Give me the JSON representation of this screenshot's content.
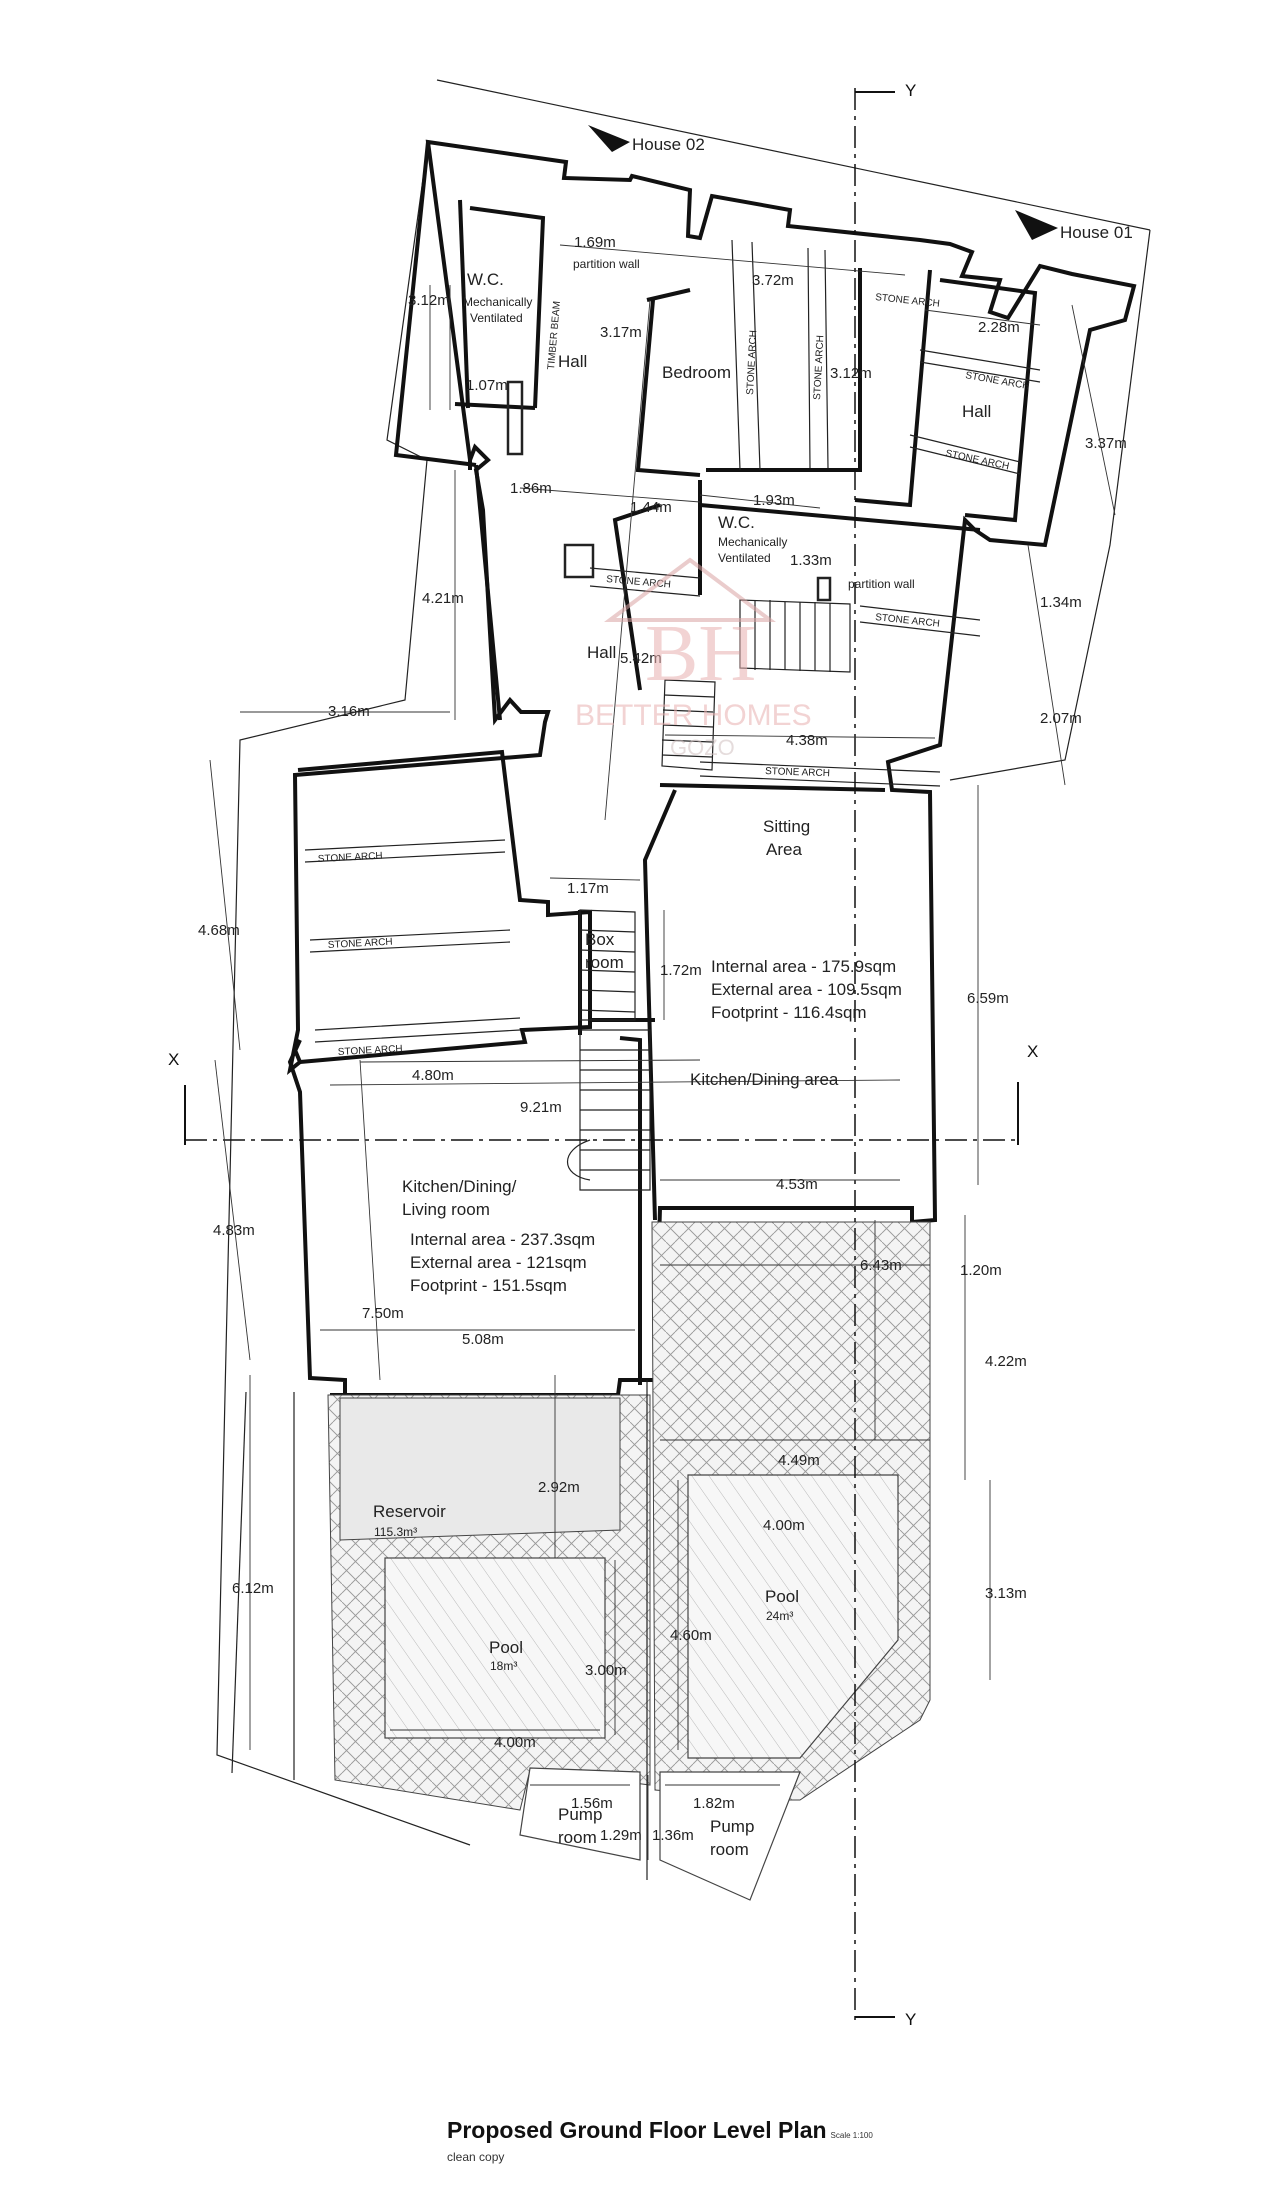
{
  "title": "Proposed Ground Floor Level Plan",
  "scale": "Scale 1:100",
  "subtitle": "clean copy",
  "watermark": {
    "logo": "BH",
    "brand": "BETTER HOMES",
    "sub": "GOZO"
  },
  "axes": {
    "x_left": "X",
    "x_right": "X",
    "y_top": "Y",
    "y_bottom": "Y"
  },
  "neighbours": {
    "house_02": "House 02",
    "house_01": "House 01"
  },
  "rooms": {
    "wc_1": "W.C.",
    "wc_1_note_a": "Mechanically",
    "wc_1_note_b": "Ventilated",
    "hall_1": "Hall",
    "bedroom": "Bedroom",
    "hall_2": "Hall",
    "wc_2": "W.C.",
    "wc_2_note_a": "Mechanically",
    "wc_2_note_b": "Ventilated",
    "hall_3": "Hall",
    "sitting_a": "Sitting",
    "sitting_b": "Area",
    "box_a": "Box",
    "box_b": "room",
    "kitchen_dining": "Kitchen/Dining area",
    "kdl_a": "Kitchen/Dining/",
    "kdl_b": "Living room",
    "reservoir": "Reservoir",
    "reservoir_vol": "115.3m³",
    "pool_1": "Pool",
    "pool_1_vol": "18m³",
    "pool_2": "Pool",
    "pool_2_vol": "24m³",
    "pump_1_a": "Pump",
    "pump_1_b": "room",
    "pump_2_a": "Pump",
    "pump_2_b": "room"
  },
  "notes": {
    "partition_1": "partition wall",
    "partition_2": "partition wall",
    "timber_beam": "TIMBER BEAM",
    "arch_1": "STONE ARCH",
    "arch_2": "STONE ARCH",
    "arch_3": "STONE ARCH",
    "arch_4": "STONE ARCH",
    "arch_5": "STONE ARCH",
    "arch_6": "STONE ARCH",
    "arch_7": "STONE ARCH",
    "arch_8": "STONE ARCH",
    "arch_9": "STONE ARCH",
    "arch_10": "STONE ARCH",
    "arch_11": "STONE ARCH"
  },
  "areas": {
    "unit_1": {
      "internal": "Internal area - 175.9sqm",
      "external": "External area - 109.5sqm",
      "footprint": "Footprint - 116.4sqm"
    },
    "unit_2": {
      "internal": "Internal area - 237.3sqm",
      "external": "External area - 121sqm",
      "footprint": "Footprint - 151.5sqm"
    }
  },
  "dims": {
    "d1": "1.69m",
    "d2": "3.12m",
    "d3": "1.07m",
    "d4": "3.17m",
    "d5": "3.72m",
    "d6": "3.12m",
    "d7": "2.28m",
    "d8": "3.37m",
    "d9": "1.86m",
    "d10": "1.44m",
    "d11": "1.93m",
    "d12": "1.33m",
    "d13": "1.34m",
    "d14": "4.21m",
    "d15": "5.42m",
    "d16": "4.38m",
    "d17": "2.07m",
    "d18": "3.16m",
    "d19": "1.17m",
    "d20": "4.68m",
    "d21": "1.72m",
    "d22": "6.59m",
    "d23": "4.80m",
    "d24": "9.21m",
    "d25": "4.53m",
    "d26": "4.83m",
    "d27": "6.43m",
    "d28": "1.20m",
    "d29": "7.50m",
    "d30": "5.08m",
    "d31": "4.22m",
    "d32": "2.92m",
    "d33": "4.49m",
    "d34": "4.00m",
    "d35": "3.13m",
    "d36": "6.12m",
    "d37": "4.60m",
    "d38": "3.00m",
    "d39": "4.00m",
    "d40": "1.56m",
    "d41": "1.82m",
    "d42": "1.29m",
    "d43": "1.36m"
  }
}
